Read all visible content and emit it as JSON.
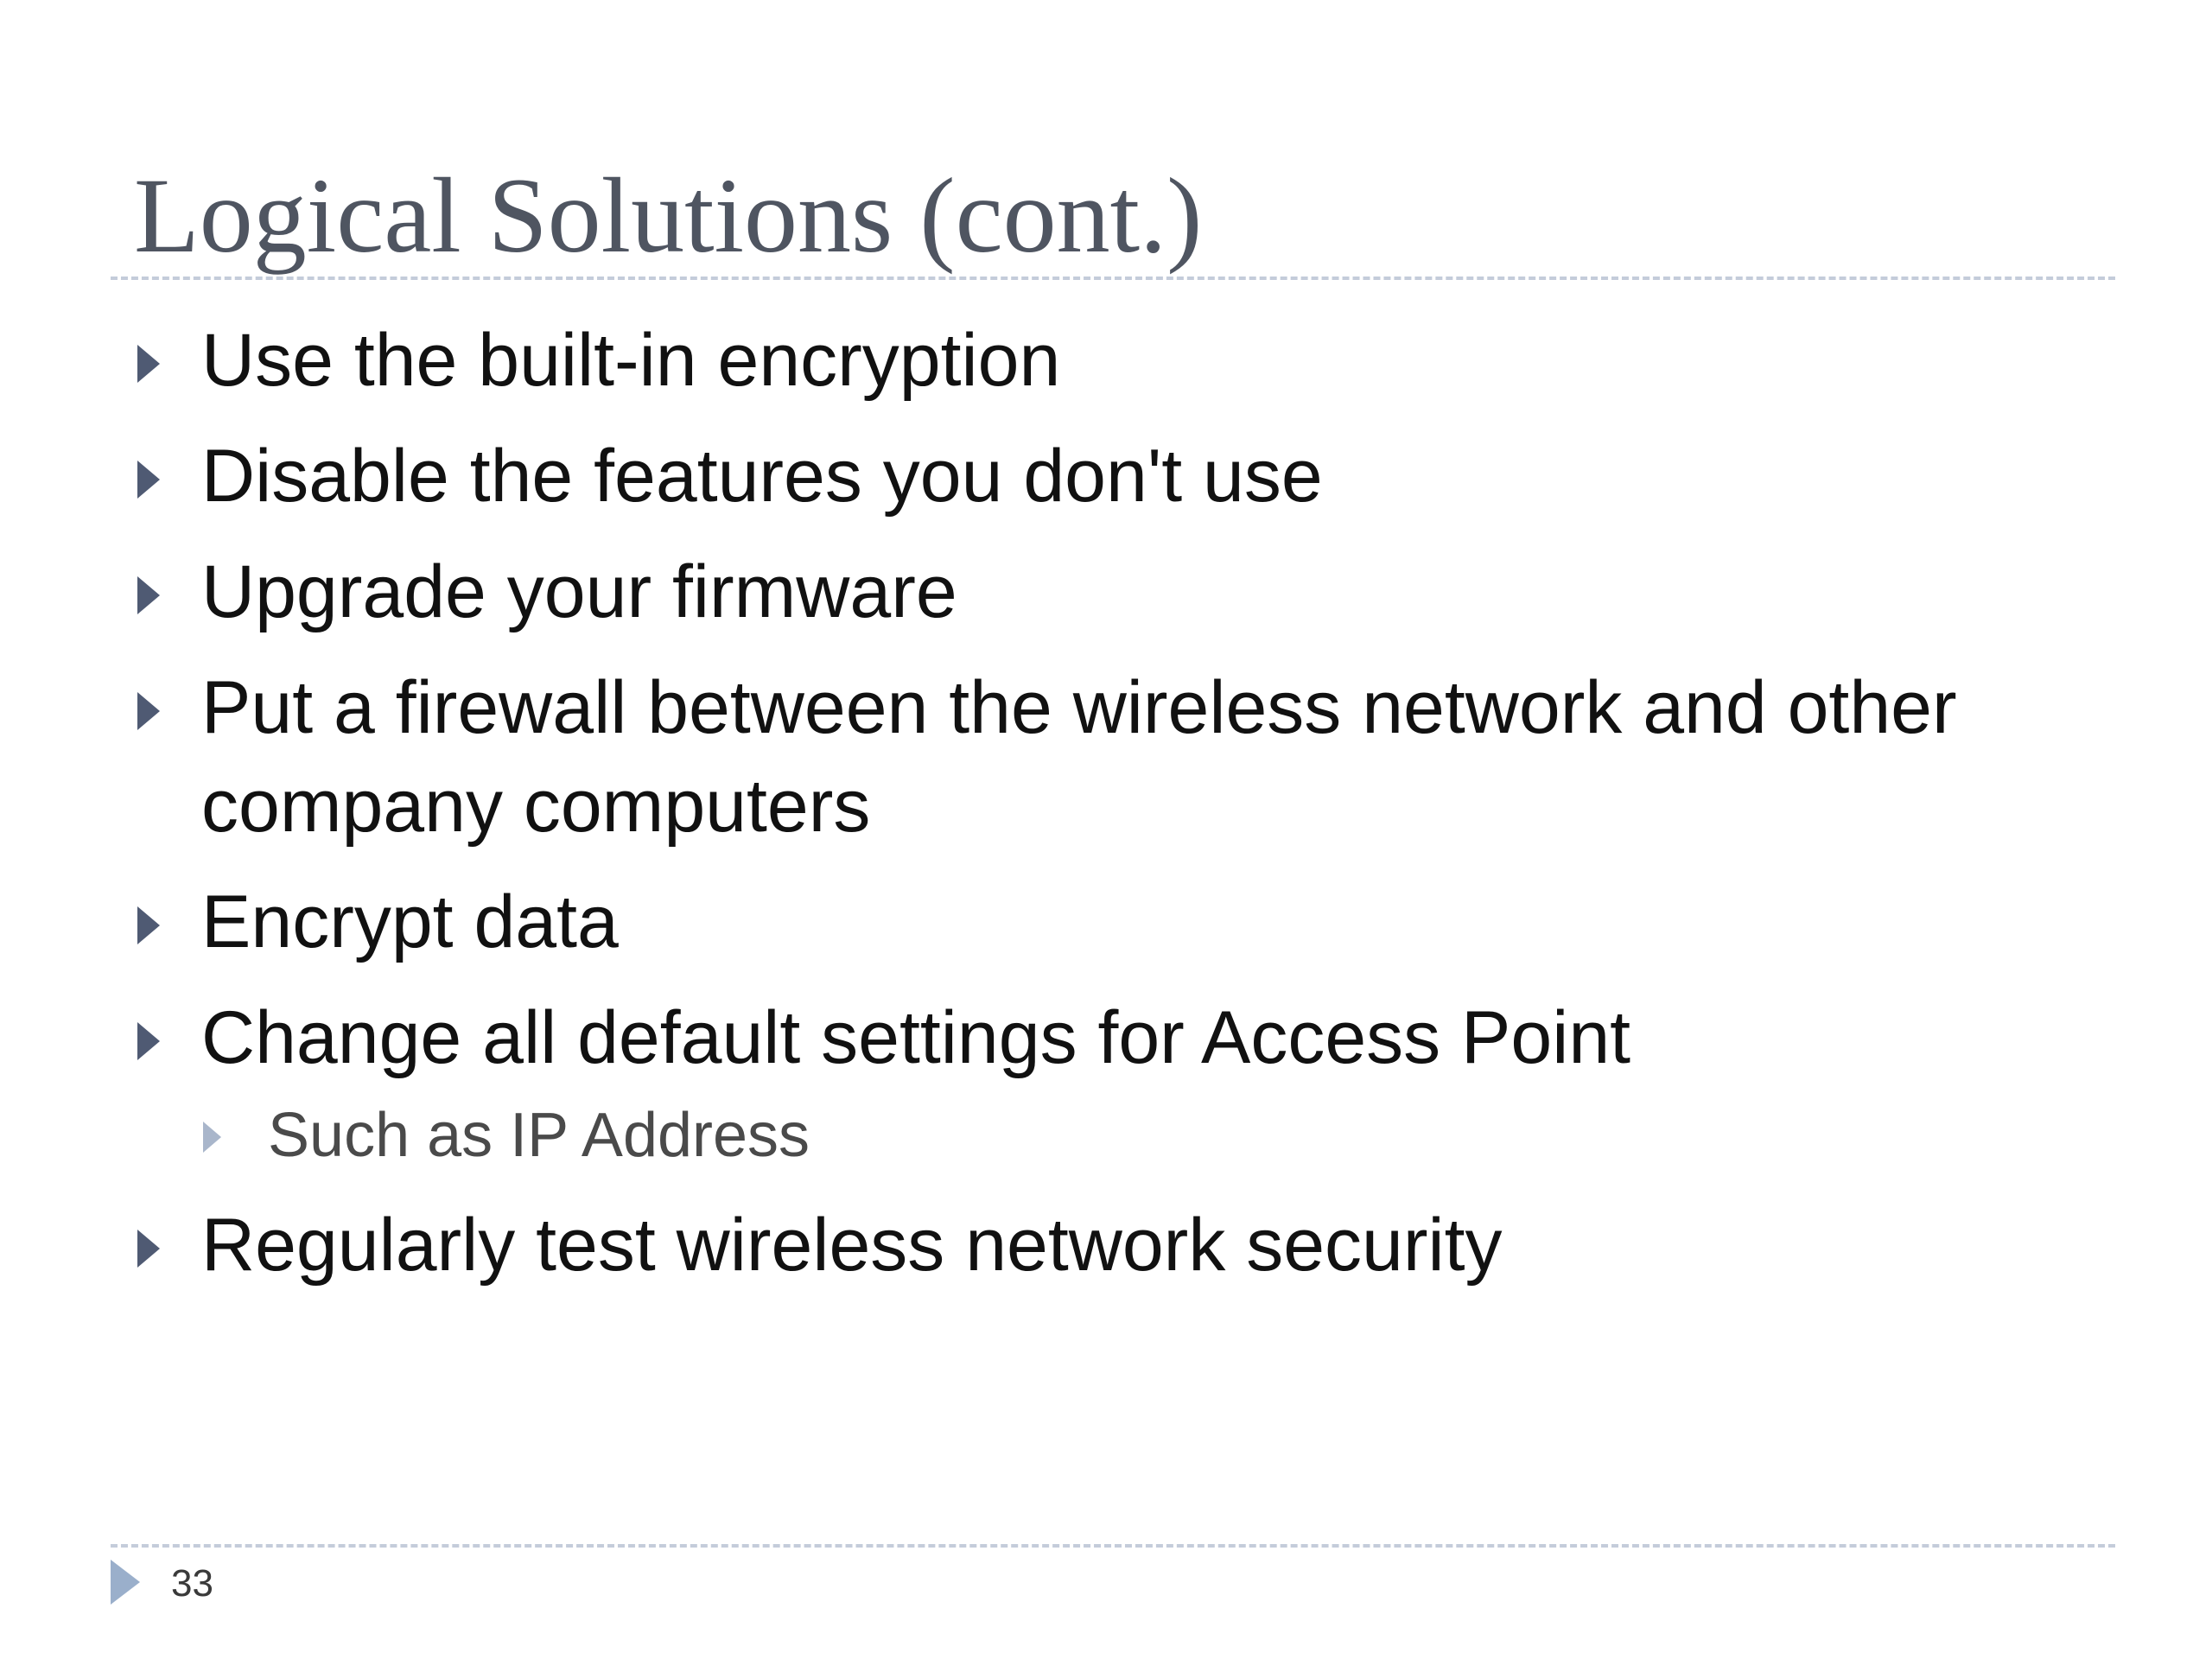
{
  "slide": {
    "title": "Logical Solutions (cont.)",
    "bullets": [
      {
        "text": "Use the built-in encryption",
        "subitems": []
      },
      {
        "text": "Disable the features you don't use",
        "subitems": []
      },
      {
        "text": "Upgrade your firmware",
        "subitems": []
      },
      {
        "text": "Put a firewall between the wireless network and other company computers",
        "subitems": []
      },
      {
        "text": "Encrypt data",
        "subitems": []
      },
      {
        "text": "Change all default settings for Access Point",
        "subitems": [
          "Such as IP Address"
        ]
      },
      {
        "text": "Regularly test wireless network security",
        "subitems": []
      }
    ],
    "page_number": "33"
  },
  "icons": {
    "bullet": "triangle-right-icon",
    "footer": "triangle-right-icon"
  },
  "colors": {
    "title": "#4f5561",
    "bullet_marker": "#4f5a73",
    "sub_bullet_marker": "#a9b6cb",
    "divider": "#c4ccda",
    "footer_marker": "#9aafcb"
  }
}
